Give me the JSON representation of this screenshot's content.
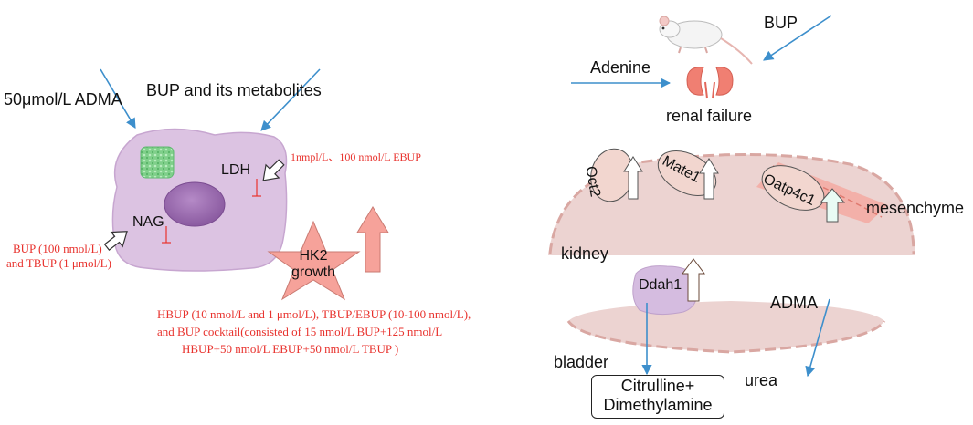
{
  "left": {
    "adma_in": "50μmol/L ADMA",
    "bup_metabolites": "BUP and its metabolites",
    "ldh": "LDH",
    "nag": "NAG",
    "ebup_note": "1nmpl/L、100 nmol/L EBUP",
    "bup_tbup_note_1": "BUP (100 nmol/L)",
    "bup_tbup_note_2": "and TBUP (1 μmol/L)",
    "hk2_line1": "HK2",
    "hk2_line2": "growth",
    "cocktail_lines": [
      "HBUP (10 nmol/L and 1 μmol/L), TBUP/EBUP (10-100 nmol/L),",
      "and BUP cocktail(consisted of 15 nmol/L BUP+125 nmol/L",
      "HBUP+50 nmol/L EBUP+50 nmol/L TBUP )"
    ]
  },
  "right": {
    "bup": "BUP",
    "adenine": "Adenine",
    "renal_failure": "renal failure",
    "oct2": "Oct2",
    "mate1": "Mate1",
    "oatp4c1": "Oatp4c1",
    "mesenchyme": "mesenchyme",
    "kidney": "kidney",
    "ddah1": "Ddah1",
    "adma": "ADMA",
    "bladder": "bladder",
    "urea": "urea",
    "product_line1": "Citrulline+",
    "product_line2": "Dimethylamine"
  },
  "colors": {
    "arrow_blue": "#3d8fcc",
    "annotation_red": "#e8322d",
    "cell_purple": "#dcc3e2",
    "nucleus_purple": "#9c6cb0",
    "tissue_pink": "#ecd3d1",
    "membrane_dash": "#d9a7a2",
    "salmon_up_arrow": "#f6a29a"
  }
}
